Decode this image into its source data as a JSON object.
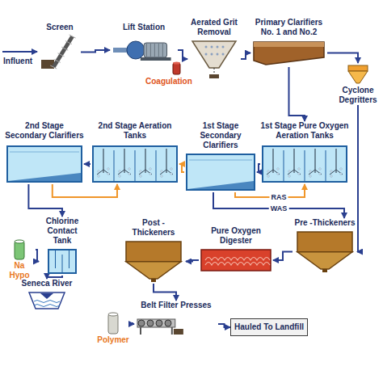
{
  "diagram": {
    "nodes": [
      {
        "text": [
          "Screen"
        ]
      },
      {
        "text": [
          "Lift Station"
        ]
      },
      {
        "text": [
          "Aerated Grit Removal"
        ]
      },
      {
        "text": [
          "Primary Clarifiers No. 1 and No.2"
        ]
      },
      {
        "text": [
          "Cyclone Degritters"
        ]
      },
      {
        "text": [
          "2nd Stage Secondary Clarifiers"
        ]
      },
      {
        "text": [
          "2nd Stage Aeration Tanks"
        ]
      },
      {
        "text": [
          "1st Stage Secondary Clarifiers"
        ]
      },
      {
        "text": [
          "1st Stage Pure Oxygen Aeration Tanks"
        ]
      },
      {
        "text": [
          "Chlorine Contact Tank"
        ]
      },
      {
        "text": [
          "Post -Thickeners"
        ]
      },
      {
        "text": [
          "Pure Oxygen Digester"
        ]
      },
      {
        "text": [
          "Pre -Thickeners"
        ]
      },
      {
        "text": [
          "Belt Filter Presses"
        ]
      },
      {
        "text": [
          "Hauled To Landfill"
        ]
      },
      {
        "text": [
          "Na Hypo"
        ]
      },
      {
        "text": [
          "Seneca River"
        ]
      },
      {
        "text": [
          "Polymer"
        ]
      }
    ],
    "edges": [
      {
        "from": 0,
        "to": 1,
        "arrow": "to"
      },
      {
        "from": 1,
        "to": 2,
        "arrow": "to"
      },
      {
        "from": 2,
        "to": 3,
        "arrow": "to"
      },
      {
        "from": 3,
        "to": 4,
        "arrow": "to"
      },
      {
        "from": 3,
        "to": 8,
        "arrow": "to"
      },
      {
        "from": 8,
        "to": 7,
        "arrow": "to"
      },
      {
        "from": 7,
        "to": 6,
        "arrow": "to"
      },
      {
        "from": 6,
        "to": 5,
        "arrow": "to"
      },
      {
        "from": 7,
        "to": 8,
        "label": "RAS",
        "arrow": "to"
      },
      {
        "from": 7,
        "to": 12,
        "label": "WAS",
        "arrow": "to"
      },
      {
        "from": 5,
        "to": 6,
        "arrow": "to"
      },
      {
        "from": 5,
        "to": 9,
        "arrow": "to"
      },
      {
        "from": 15,
        "to": 9,
        "arrow": "to"
      },
      {
        "from": 9,
        "to": 16,
        "arrow": "to"
      },
      {
        "from": 4,
        "to": 12,
        "arrow": "to"
      },
      {
        "from": 12,
        "to": 11,
        "arrow": "to"
      },
      {
        "from": 11,
        "to": 10,
        "arrow": "to"
      },
      {
        "from": 10,
        "to": 13,
        "arrow": "to"
      },
      {
        "from": 17,
        "to": 13,
        "arrow": "to"
      },
      {
        "from": 13,
        "to": 14,
        "arrow": "to"
      }
    ],
    "labels": [
      "Influent",
      "Coagulation"
    ]
  }
}
